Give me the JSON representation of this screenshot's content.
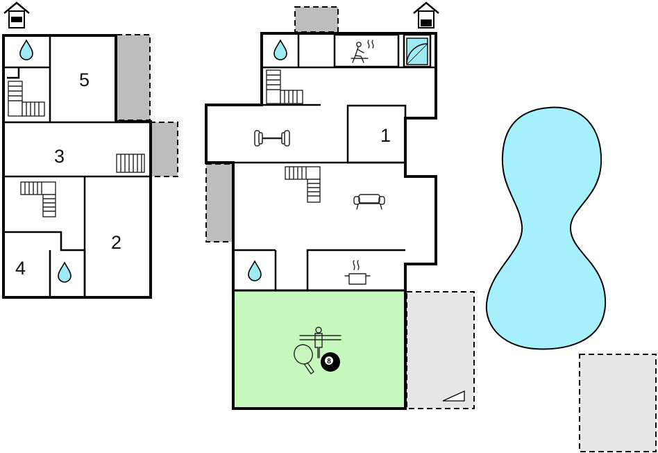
{
  "colors": {
    "wall": "#000000",
    "annex": "#bdbdbd",
    "terrace": "#e6e6e6",
    "water": "#9eeaf2",
    "pool": "#a6f0fb",
    "game_room": "#c6f7bd"
  },
  "rooms": {
    "r1": "1",
    "r2": "2",
    "r3": "3",
    "r4": "4",
    "r5": "5"
  },
  "icons": {
    "entrance": "house-entrance-icon",
    "bathroom": "water-drop-icon",
    "sauna": "sauna-icon",
    "shower": "shower-icon",
    "stairs": "staircase-icon",
    "gym": "dumbbell-icon",
    "living": "sofa-icon",
    "kitchen": "cooking-pot-icon",
    "table_football": "table-football-icon",
    "table_tennis": "ping-pong-paddle-icon",
    "billiards": "billiard-ball-icon",
    "billiard_ball_label": "8",
    "pool": "swimming-pool-icon"
  }
}
